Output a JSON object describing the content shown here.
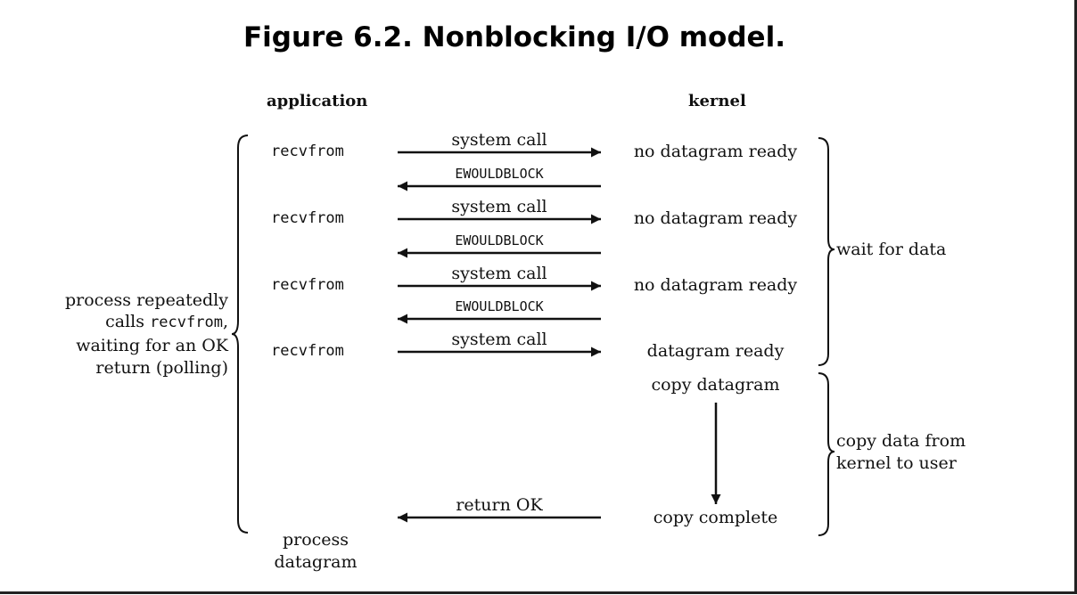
{
  "title": "Figure 6.2. Nonblocking I/O model.",
  "columns": {
    "application": "application",
    "kernel": "kernel"
  },
  "steps": [
    {
      "app": "recvfrom",
      "call": "system call",
      "kernel_state": "no datagram ready",
      "reply": "EWOULDBLOCK"
    },
    {
      "app": "recvfrom",
      "call": "system call",
      "kernel_state": "no datagram ready",
      "reply": "EWOULDBLOCK"
    },
    {
      "app": "recvfrom",
      "call": "system call",
      "kernel_state": "no datagram ready",
      "reply": "EWOULDBLOCK"
    },
    {
      "app": "recvfrom",
      "call": "system call",
      "kernel_state": "datagram ready"
    }
  ],
  "kernel_copy": {
    "start": "copy datagram",
    "end": "copy complete"
  },
  "return_label": "return OK",
  "left_note": {
    "line1": "process repeatedly",
    "line2_prefix": "calls ",
    "line2_code": "recvfrom",
    "line2_suffix": ",",
    "line3": "waiting for an OK",
    "line4": "return (polling)"
  },
  "process": {
    "line1": "process",
    "line2": "datagram"
  },
  "phases": {
    "wait": "wait for data",
    "copy_line1": "copy data from",
    "copy_line2": "kernel to user"
  }
}
